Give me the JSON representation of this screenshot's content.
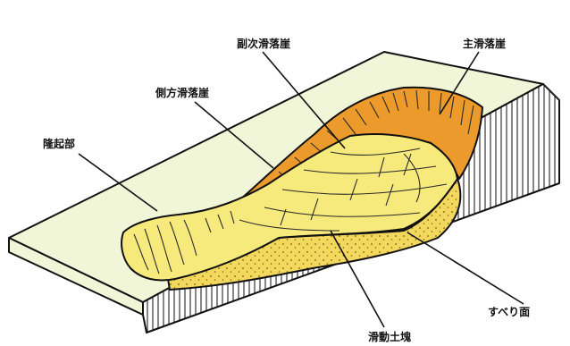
{
  "labels": {
    "main_scarp": "主滑落崖",
    "secondary_scarp": "副次滑落崖",
    "lateral_scarp": "側方滑落崖",
    "bulge": "隆起部",
    "slip_surface": "すべり面",
    "sliding_mass": "滑動土塊"
  },
  "colors": {
    "ground_surface": "#f2f6d8",
    "cross_section": "#ffffff",
    "scarp_orange": "#ec9a2c",
    "sliding_mass_yellow": "#f6ea7c",
    "slip_zone_dots": "#f3d85e",
    "outline": "#111111"
  }
}
